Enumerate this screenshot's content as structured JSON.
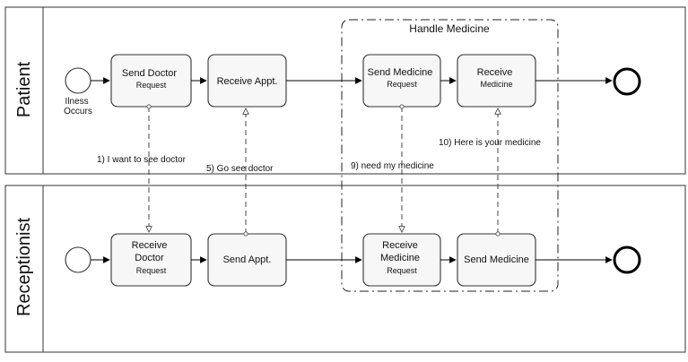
{
  "pools": {
    "patient_label": "Patient",
    "receptionist_label": "Receptionist"
  },
  "group": {
    "label": "Handle Medicine"
  },
  "patient": {
    "start_event_label": [
      "Ilness",
      "Occurs"
    ],
    "send_doctor_request": [
      "Send Doctor",
      "Request"
    ],
    "receive_appt": [
      "Receive Appt."
    ],
    "send_medicine_request": [
      "Send Medicine",
      "Request"
    ],
    "receive_medicine": [
      "Receive",
      "Medicine"
    ]
  },
  "receptionist": {
    "receive_doctor_request": [
      "Receive",
      "Doctor",
      "Request"
    ],
    "send_appt": [
      "Send Appt."
    ],
    "receive_medicine_request": [
      "Receive",
      "Medicine",
      "Request"
    ],
    "send_medicine": [
      "Send Medicine"
    ]
  },
  "messages": {
    "m1": "1) I want to see doctor",
    "m5": "5) Go see doctor",
    "m9": "9)  need my medicine",
    "m10": "10) Here is your medicine"
  },
  "colors": {
    "line": "#000000",
    "task_fill": "#f7f7f7"
  }
}
